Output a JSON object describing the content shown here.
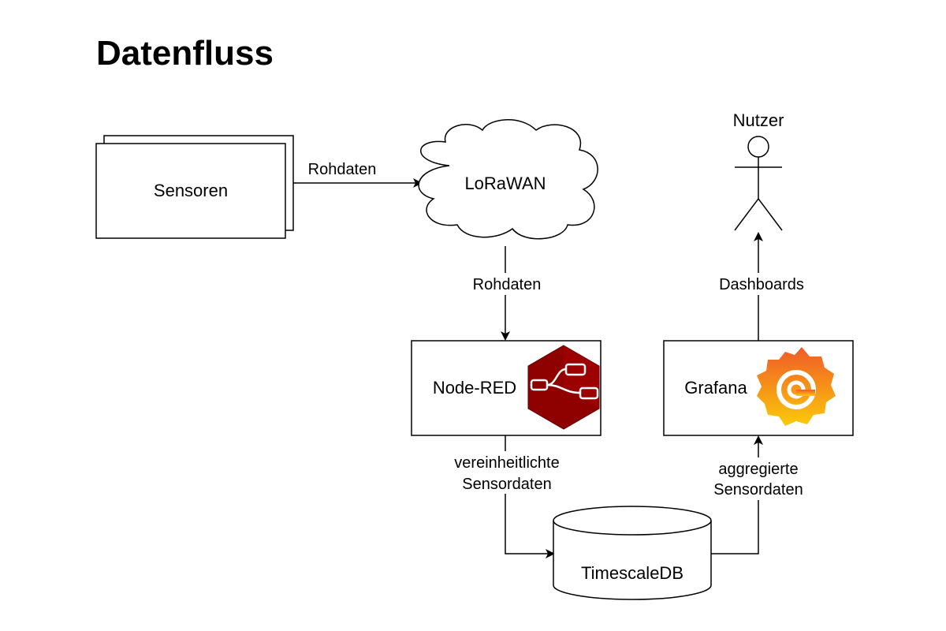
{
  "diagram": {
    "title": "Datenfluss",
    "nodes": {
      "sensors": "Sensoren",
      "lorawan": "LoRaWAN",
      "nodered": "Node-RED",
      "grafana": "Grafana",
      "timescaledb": "TimescaleDB",
      "user": "Nutzer"
    },
    "edges": {
      "sensors_to_lorawan": "Rohdaten",
      "lorawan_to_nodered": "Rohdaten",
      "nodered_to_db_line1": "vereinheitlichte",
      "nodered_to_db_line2": "Sensordaten",
      "db_to_grafana_line1": "aggregierte",
      "db_to_grafana_line2": "Sensordaten",
      "grafana_to_user": "Dashboards"
    },
    "colors": {
      "stroke": "#000000",
      "nodered_logo": "#8f0000",
      "grafana_logo_top": "#f05a28",
      "grafana_logo_bottom": "#fbca0a"
    }
  }
}
